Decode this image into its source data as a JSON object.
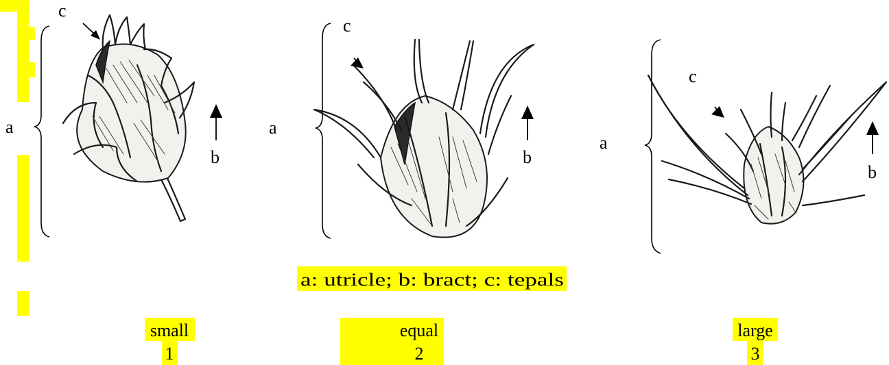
{
  "figure": {
    "caption": "a: utricle; b: bract; c: tepals",
    "highlight_color": "#ffff00",
    "panels": [
      {
        "part_labels": {
          "a": "a",
          "b": "b",
          "c": "c"
        },
        "size_label": "small",
        "number": "1"
      },
      {
        "part_labels": {
          "a": "a",
          "b": "b",
          "c": "c"
        },
        "size_label": "equal",
        "number": "2"
      },
      {
        "part_labels": {
          "a": "a",
          "b": "b",
          "c": "c"
        },
        "size_label": "large",
        "number": "3"
      }
    ]
  }
}
